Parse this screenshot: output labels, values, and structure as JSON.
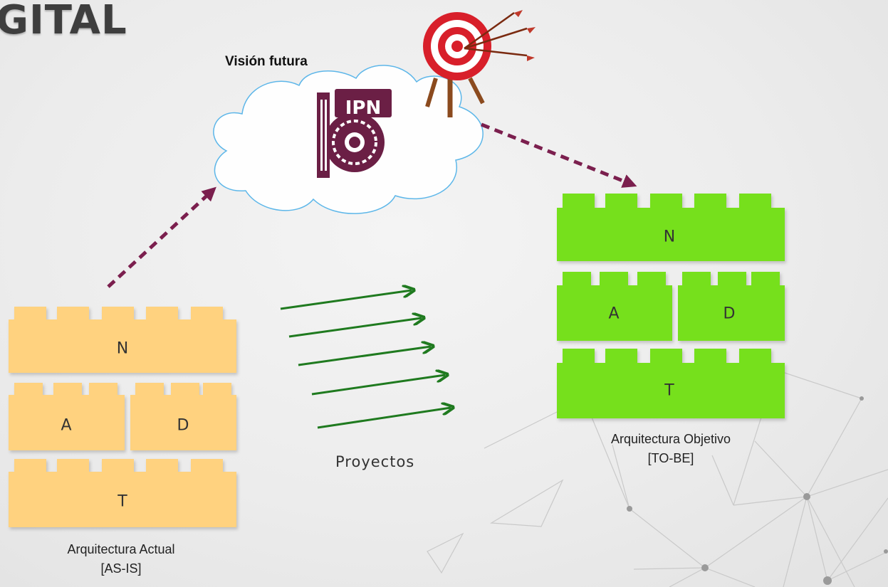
{
  "header": {
    "title_fragment": "GITAL"
  },
  "cloud": {
    "label": "Visión futura",
    "logo_text": "IPN"
  },
  "as_is": {
    "blocks": {
      "top": "N",
      "left": "A",
      "right": "D",
      "bottom": "T"
    },
    "caption_line1": "Arquitectura Actual",
    "caption_line2": "[AS-IS]"
  },
  "to_be": {
    "blocks": {
      "top": "N",
      "left": "A",
      "right": "D",
      "bottom": "T"
    },
    "caption_line1": "Arquitectura Objetivo",
    "caption_line2": "[TO-BE]"
  },
  "projects": {
    "label": "Proyectos"
  },
  "colors": {
    "as_is_block": "#FFD27F",
    "to_be_block": "#76E01A",
    "dashed_arrow": "#7B1F4E",
    "project_arrow": "#1F7A1F",
    "cloud_stroke": "#56B4E9",
    "ipn_logo": "#6B1F45",
    "target_red": "#D81F2A"
  }
}
